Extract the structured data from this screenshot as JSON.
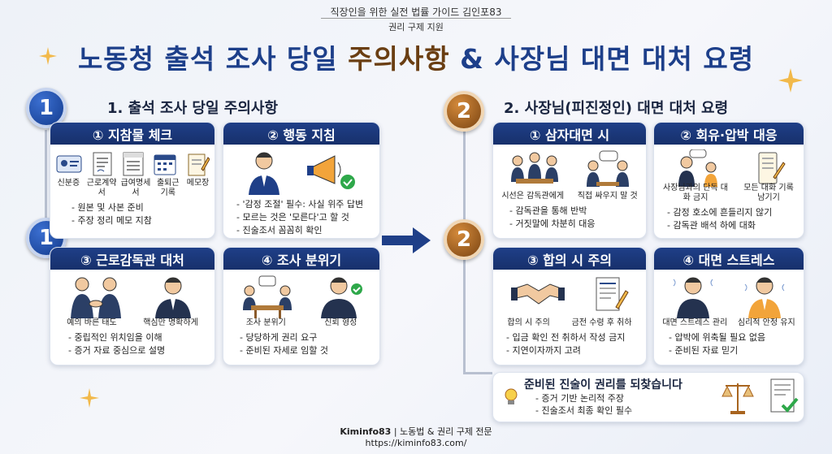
{
  "header": {
    "subtitle": "직장인을 위한 실전 법률 가이드 김인포83",
    "tag": "권리 구제 지원"
  },
  "title": {
    "part1": "노동청 출석 조사 당일 ",
    "part2": "주의사항",
    "part3": " & 사장님 대면 대처 요령"
  },
  "left": {
    "badge_top": "1",
    "badge_mid": "1",
    "heading": "1. 출석 조사 당일 주의사항",
    "cards": [
      {
        "title": "① 지참물 체크",
        "labels": [
          "신분증",
          "근로계약서",
          "급여명세서",
          "출퇴근 기록",
          "메모장"
        ],
        "bullets": [
          "- 원본 및 사본 준비",
          "- 주장 정리 메모 지참"
        ]
      },
      {
        "title": "② 행동 지침",
        "labels": [],
        "bullets": [
          "- '감정 조절' 필수: 사실 위주 답변",
          "- 모르는 것은 '모른다'고 할 것",
          "- 진술조서 꼼꼼히 확인"
        ]
      },
      {
        "title": "③ 근로감독관 대처",
        "labels": [
          "예의 바른 태도",
          "핵심만 명확하게"
        ],
        "bullets": [
          "- 중립적인 위치임을 이해",
          "- 증거 자료 중심으로 설명"
        ]
      },
      {
        "title": "④ 조사 분위기",
        "labels": [
          "조사 분위기",
          "신뢰 형성"
        ],
        "bullets": [
          "- 당당하게 권리 요구",
          "- 준비된 자세로 임할 것"
        ]
      }
    ]
  },
  "right": {
    "badge_top": "2",
    "badge_mid": "2",
    "heading": "2. 사장님(피진정인) 대면 대처 요령",
    "cards": [
      {
        "title": "① 삼자대면 시",
        "labels": [
          "시선은 감독관에게",
          "직접 싸우지 말 것"
        ],
        "bullets": [
          "- 감독관을 통해 반박",
          "- 거짓말에 차분히 대응"
        ]
      },
      {
        "title": "② 회유·압박 대응",
        "labels": [
          "사장님과의 단독 대화 금지",
          "모든 대화 기록 남기기"
        ],
        "bullets": [
          "- 감정 호소에 흔들리지 않기",
          "- 감독관 배석 하에 대화"
        ]
      },
      {
        "title": "③ 합의 시 주의",
        "labels": [
          "합의 시 주의",
          "금전 수령 후 취하"
        ],
        "bullets": [
          "- 입금 확인 전 취하서 작성 금지",
          "- 지연이자까지 고려"
        ]
      },
      {
        "title": "④ 대면 스트레스",
        "labels": [
          "대면 스트레스 관리",
          "심리적 안정 유지"
        ],
        "bullets": [
          "- 압박에 위축될 필요 없음",
          "- 준비된 자료 믿기"
        ]
      }
    ],
    "summary": {
      "title": "준비된 진술이 권리를 되찾습니다",
      "bullets": [
        "- 증거 기반 논리적 주장",
        "- 진술조서 최종 확인 필수"
      ]
    }
  },
  "footer": {
    "brand": "Kiminfo83",
    "tagline": " | 노동법 & 권리 구제 전문",
    "url": "https://kiminfo83.com/"
  },
  "colors": {
    "navy": "#1f3f88",
    "brown": "#6a3e12",
    "gold_badge": "#a8641f"
  },
  "icons": [
    "id-card-icon",
    "contract-icon",
    "payslip-icon",
    "calendar-icon",
    "notepad-icon",
    "megaphone-icon",
    "check-icon",
    "handshake-icon",
    "scale-icon",
    "document-check-icon",
    "lightbulb-icon",
    "arrow-right-icon",
    "sparkle-icon"
  ]
}
